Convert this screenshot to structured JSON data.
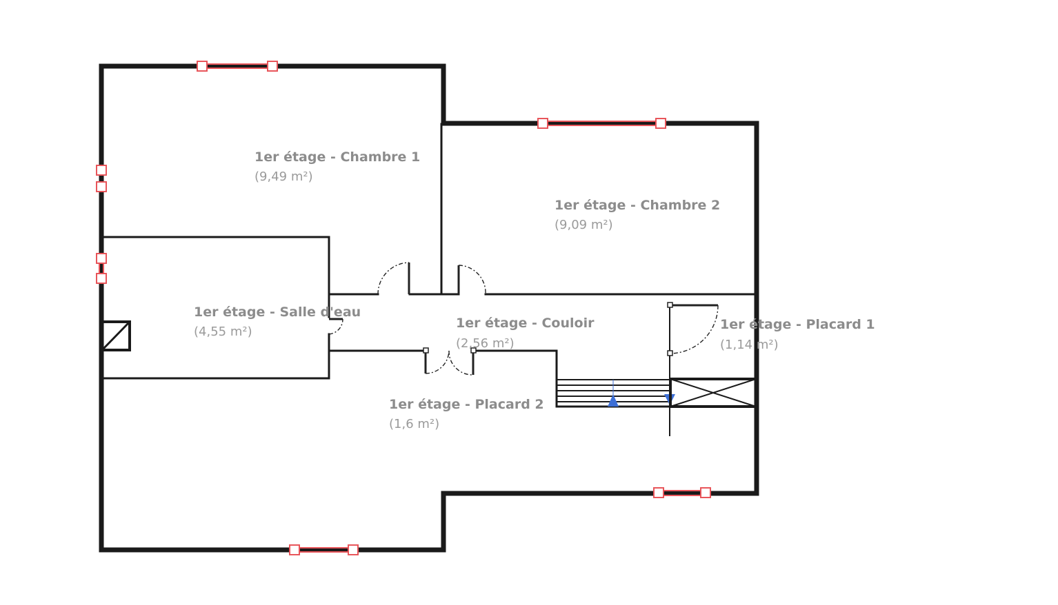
{
  "colors": {
    "wall": "#1a1a1a",
    "window": "#e8555a",
    "label": "#8c8c8c",
    "stair_arrow": "#3d6fd6"
  },
  "rooms": [
    {
      "id": "chambre1",
      "name": "1er étage - Chambre 1",
      "area": "(9,49 m²)"
    },
    {
      "id": "chambre2",
      "name": "1er étage - Chambre 2",
      "area": "(9,09 m²)"
    },
    {
      "id": "salle",
      "name": "1er étage - Salle d'eau",
      "area": "(4,55 m²)"
    },
    {
      "id": "couloir",
      "name": "1er étage - Couloir",
      "area": "(2,56 m²)"
    },
    {
      "id": "placard1",
      "name": "1er étage - Placard 1",
      "area": "(1,14 m²)"
    },
    {
      "id": "placard2",
      "name": "1er étage - Placard 2",
      "area": "(1,6 m²)"
    }
  ]
}
